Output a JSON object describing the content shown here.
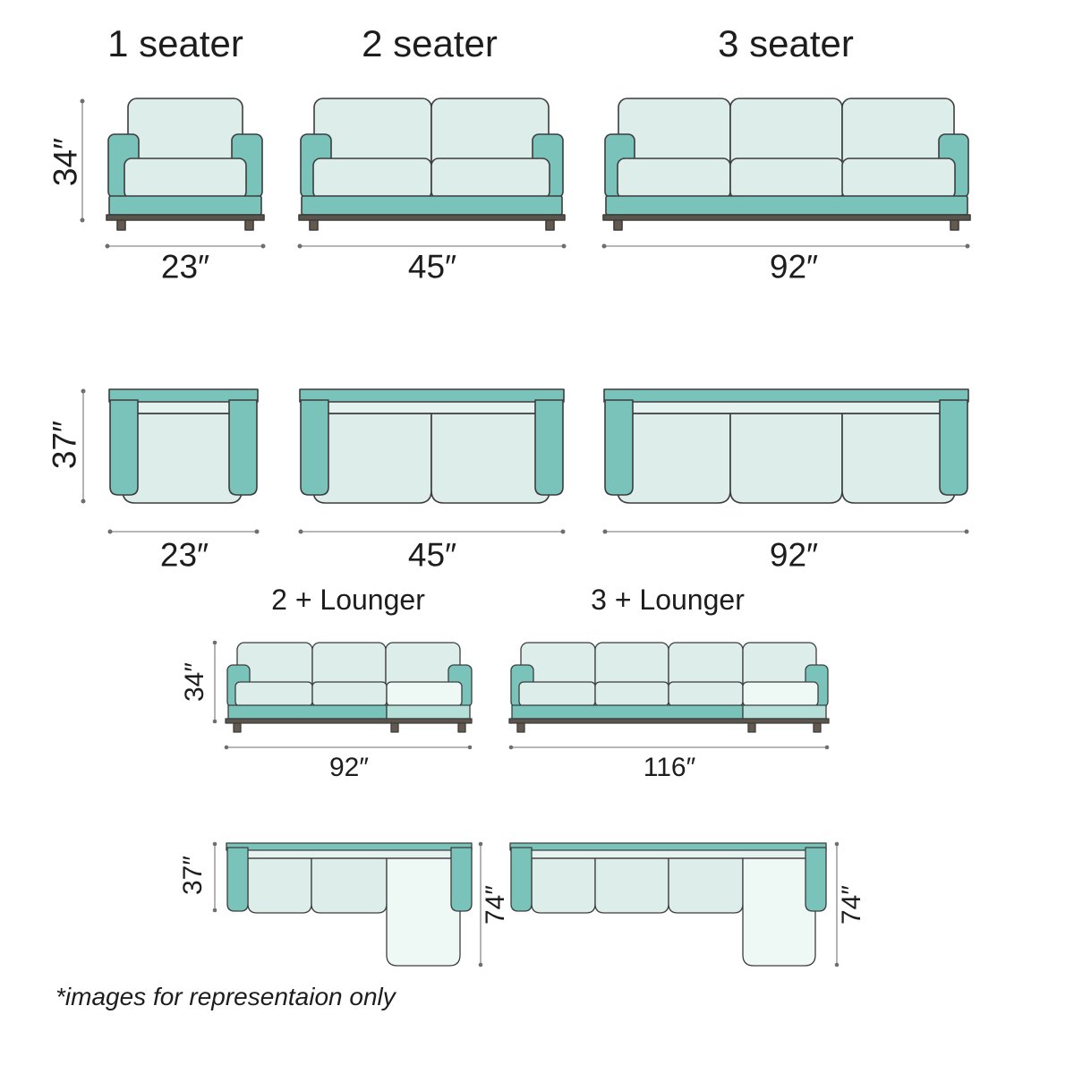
{
  "palette": {
    "teal": "#79c3ba",
    "mint": "#dcedea",
    "mint_light": "#eef8f5",
    "teal_light": "#b7dfda",
    "base_strip": "#5b544b",
    "leg": "#63594e",
    "outline": "#3d3d3d",
    "dimension_line": "#8c8c8c",
    "text": "#1d1d1d",
    "background": "#ffffff"
  },
  "front_views": {
    "one_seater": {
      "title": "1 seater",
      "height": "34″",
      "width": "23″"
    },
    "two_seater": {
      "title": "2 seater",
      "width": "45″"
    },
    "three_seater": {
      "title": "3 seater",
      "width": "92″"
    }
  },
  "top_views": {
    "one_seater": {
      "depth": "37″",
      "width": "23″"
    },
    "two_seater": {
      "width": "45″"
    },
    "three_seater": {
      "width": "92″"
    }
  },
  "lounger_front_views": {
    "two_plus_lounger": {
      "title": "2 + Lounger",
      "height": "34″",
      "width": "92″"
    },
    "three_plus_lounger": {
      "title": "3 + Lounger",
      "width": "116″"
    }
  },
  "lounger_top_views": {
    "two_plus_lounger": {
      "depth": "37″",
      "lounger_depth": "74″"
    },
    "three_plus_lounger": {
      "lounger_depth": "74″"
    }
  },
  "footnote": "*images for representaion only"
}
